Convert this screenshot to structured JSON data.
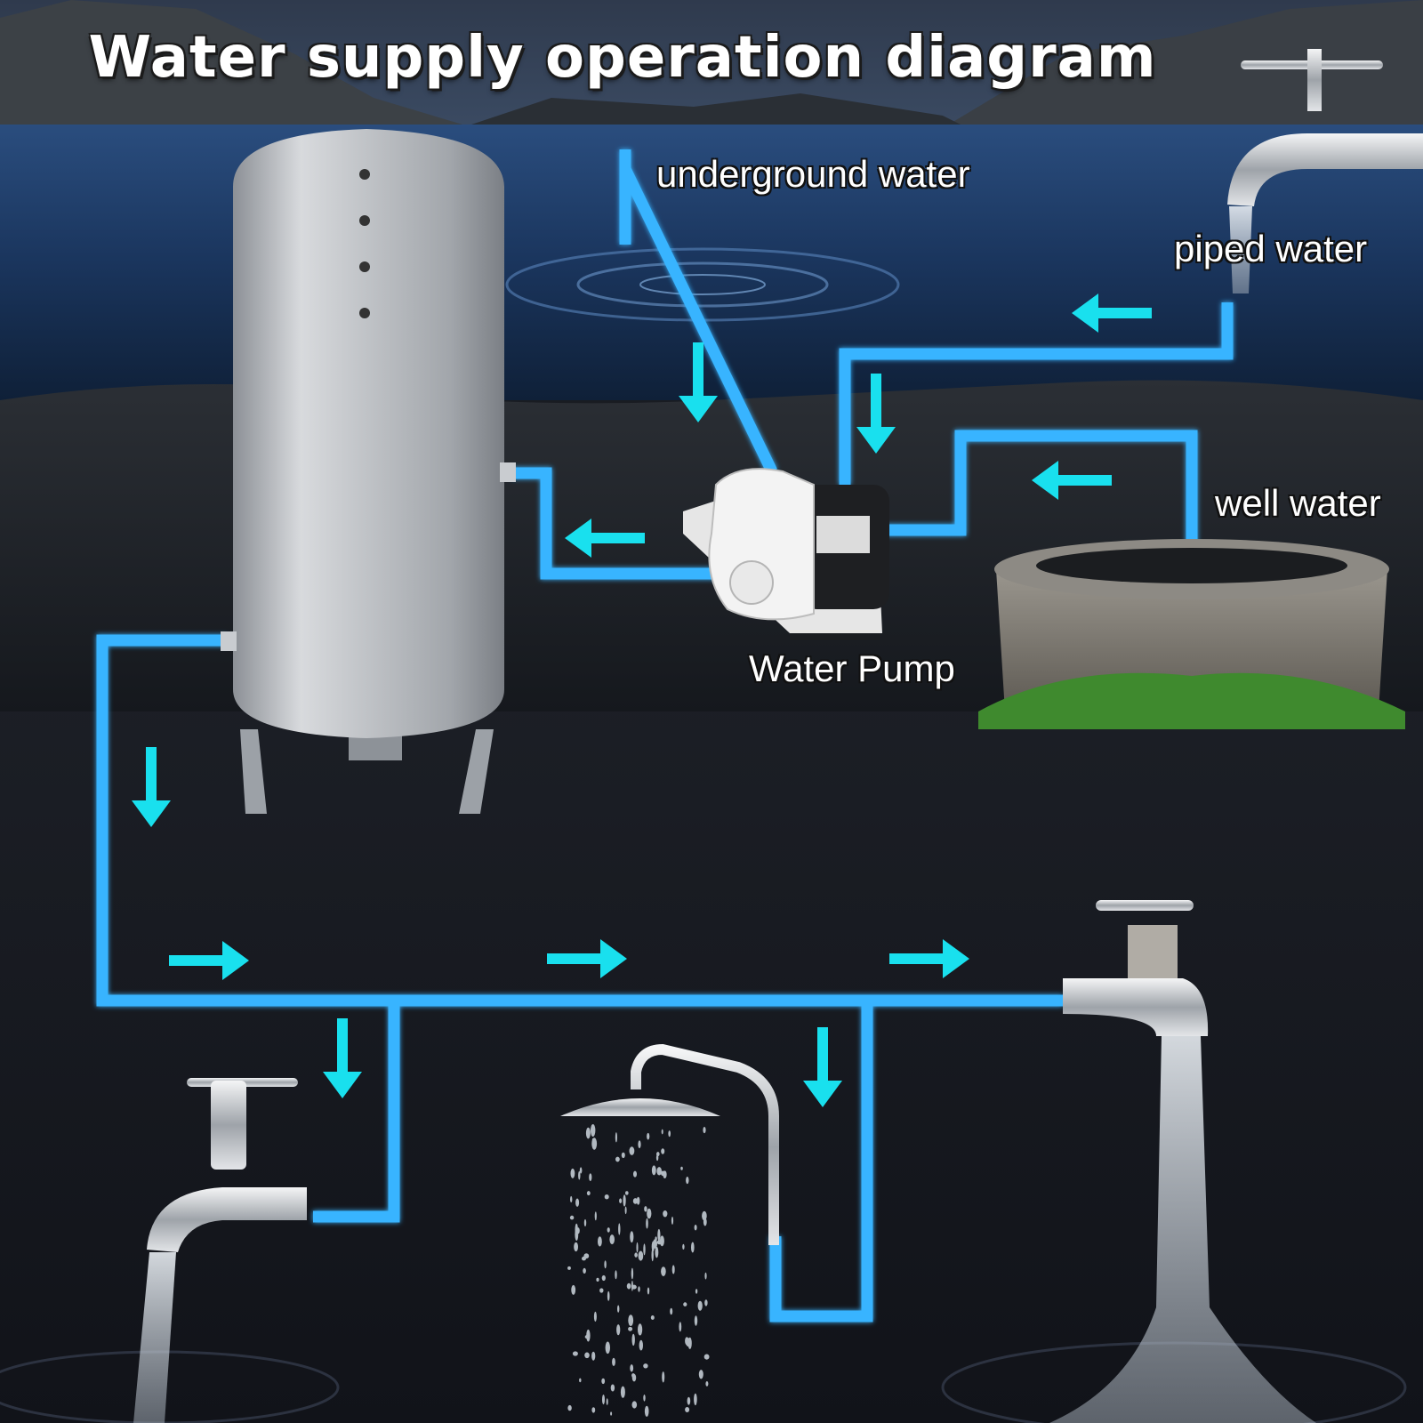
{
  "title": "Water supply operation diagram",
  "labels": {
    "underground_water": "underground water",
    "piped_water": "piped water",
    "well_water": "well water",
    "water_pump": "Water Pump"
  },
  "colors": {
    "pipe": "#39b4ff",
    "arrow": "#19e0ee",
    "lake": "#17294a",
    "ground": "#242628"
  },
  "icons": [
    "pressure-tank",
    "water-pump",
    "stone-well",
    "faucet-icon",
    "shower-head-icon"
  ]
}
